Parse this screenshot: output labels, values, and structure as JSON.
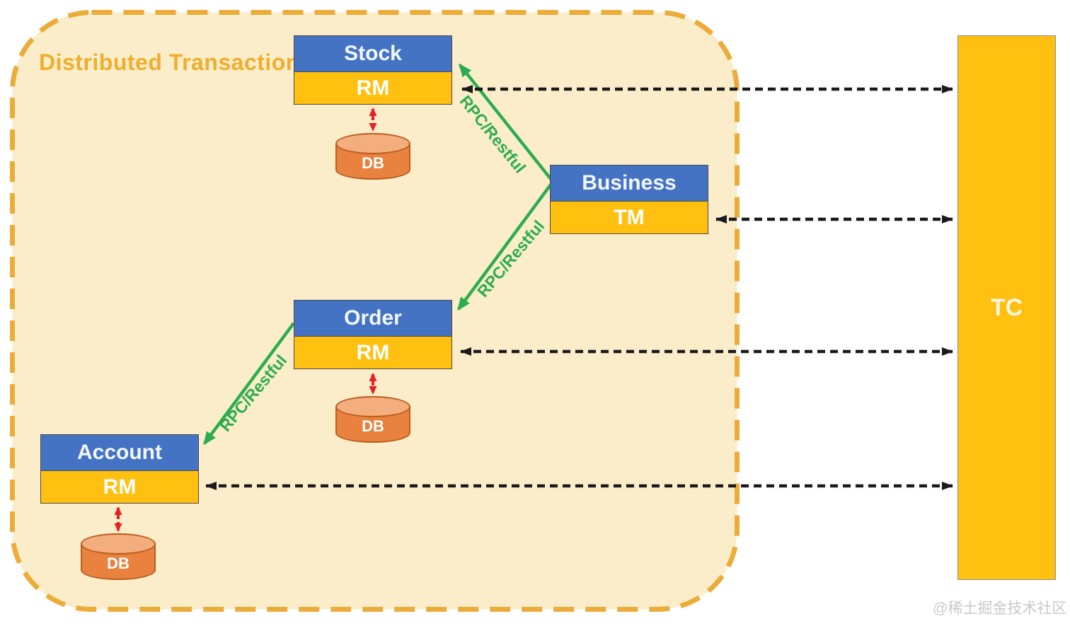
{
  "title": {
    "text": "Distributed Transaction"
  },
  "services": [
    {
      "name": "Stock",
      "role": "RM",
      "db": "DB"
    },
    {
      "name": "Business",
      "role": "TM"
    },
    {
      "name": "Order",
      "role": "RM",
      "db": "DB"
    },
    {
      "name": "Account",
      "role": "RM",
      "db": "DB"
    }
  ],
  "coordinator": {
    "label": "TC"
  },
  "rpc_links": [
    {
      "label": "RPC/Restful",
      "from": "Business",
      "to": "Stock"
    },
    {
      "label": "RPC/Restful",
      "from": "Business",
      "to": "Order"
    },
    {
      "label": "RPC/Restful",
      "from": "Order",
      "to": "Account"
    }
  ],
  "tc_links": [
    {
      "from": "Stock RM",
      "to": "TC",
      "style": "black-dashed-bidirectional"
    },
    {
      "from": "Business TM",
      "to": "TC",
      "style": "black-dashed-bidirectional"
    },
    {
      "from": "Order RM",
      "to": "TC",
      "style": "black-dashed-bidirectional"
    },
    {
      "from": "Account RM",
      "to": "TC",
      "style": "black-dashed-bidirectional"
    }
  ],
  "db_links": [
    {
      "from": "Stock RM",
      "to": "DB",
      "style": "red-dashed-bidirectional"
    },
    {
      "from": "Order RM",
      "to": "DB",
      "style": "red-dashed-bidirectional"
    },
    {
      "from": "Account RM",
      "to": "DB",
      "style": "red-dashed-bidirectional"
    }
  ],
  "watermark": "@稀土掘金技术社区",
  "colors": {
    "service_header_blue": "#4573C4",
    "service_role_yellow": "#FFC010",
    "tc_yellow": "#FFC010",
    "db_orange": "#E8823E",
    "db_orange_top": "#F4AD7C",
    "db_border": "#B95E1F",
    "rpc_green": "#2BAD4F",
    "db_link_red": "#E52121",
    "tc_link_black": "#1A1A1A",
    "container_bg": "#FBEDC9",
    "container_border_gold": "#EBAC3A",
    "title_gold": "#EFAE2D",
    "watermark_gray": "#C9C9C9"
  }
}
